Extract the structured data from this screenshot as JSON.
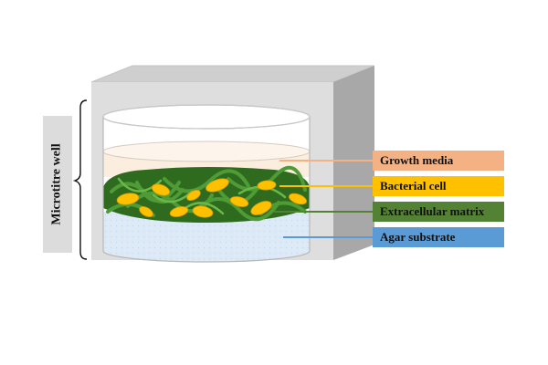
{
  "side_label": "Microtitre well",
  "legend": [
    {
      "key": "growth",
      "label": "Growth media",
      "color": "#f4b183"
    },
    {
      "key": "bacterial",
      "label": "Bacterial cell",
      "color": "#ffc000"
    },
    {
      "key": "matrix",
      "label": "Extracellular matrix",
      "color": "#548235"
    },
    {
      "key": "agar",
      "label": "Agar substrate",
      "color": "#5b9bd5"
    }
  ],
  "colors": {
    "box_front": "#dedede",
    "box_top": "#cfcfcf",
    "box_side": "#a8a8a8",
    "growth_media_fill": "#fbeedf",
    "agar_fill": "#dce9f6",
    "matrix_dark": "#2e6b1f",
    "matrix_light": "#4f9b36",
    "cell_fill": "#ffc000"
  }
}
